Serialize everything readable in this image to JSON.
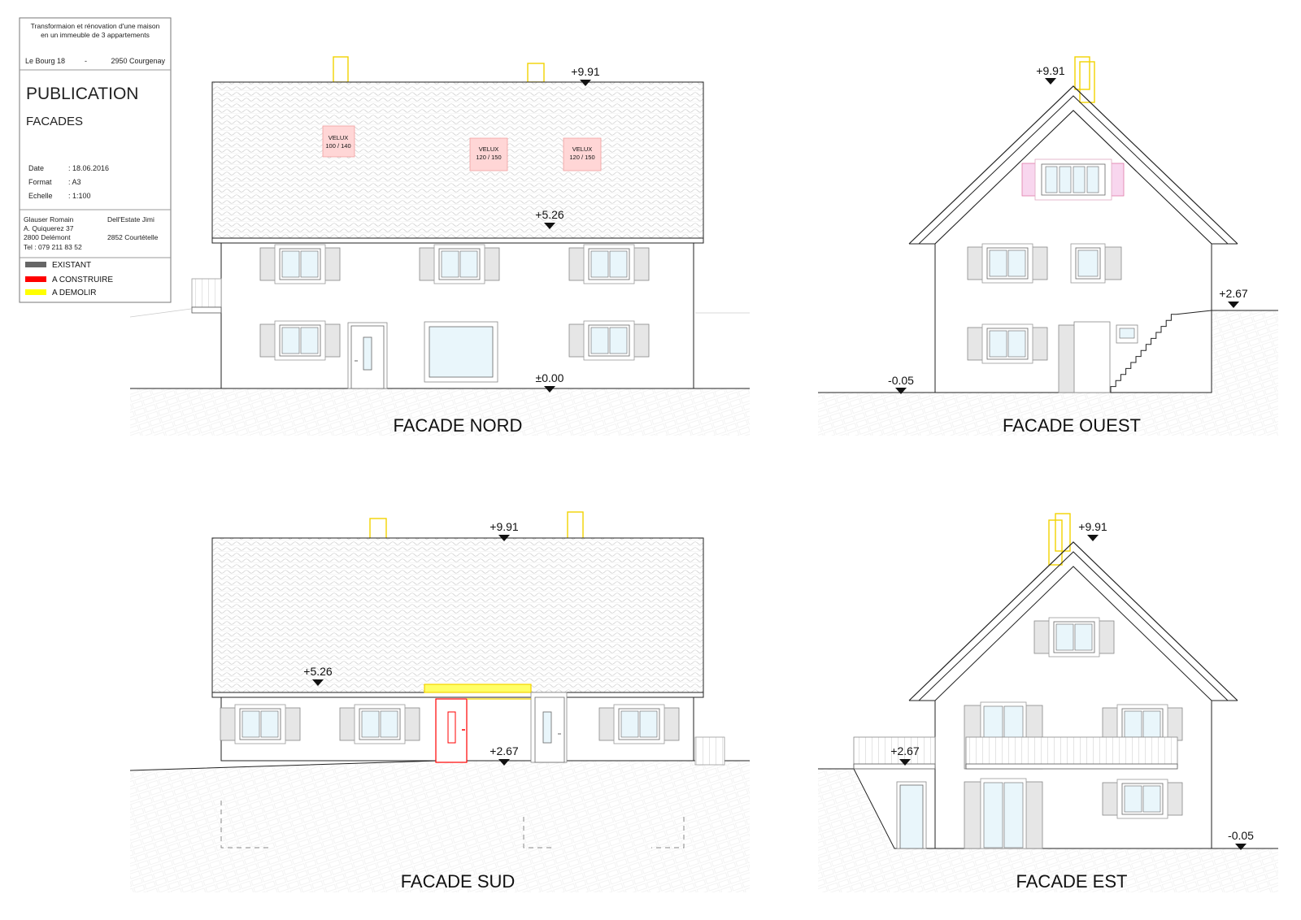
{
  "titleblock": {
    "project_line1": "Transformaion et rénovation d'une maison",
    "project_line2": "en un immeuble de 3 appartements",
    "address": "Le Bourg 18",
    "address_sep": "-",
    "city": "2950 Courgenay",
    "publication": "PUBLICATION",
    "sheet_title": "FACADES",
    "date_label": "Date",
    "date_value": ": 18.06.2016",
    "format_label": "Format",
    "format_value": ": A3",
    "scale_label": "Echelle",
    "scale_value": ": 1:100",
    "author_name": "Glauser Romain",
    "author_street": "A. Quiquerez 37",
    "author_city": "2800 Delémont",
    "author_tel": "Tel : 079 211 83 52",
    "client_name": "Dell'Estate Jimi",
    "client_city": "2852 Courtételle"
  },
  "legend": [
    {
      "label": "EXISTANT",
      "color": "#666666",
      "text_color": "#777777"
    },
    {
      "label": "A CONSTRUIRE",
      "color": "#ff0000",
      "text_color": "#e01010"
    },
    {
      "label": "A DEMOLIR",
      "color": "#ffff00",
      "text_color": "#222222"
    }
  ],
  "facades": {
    "nord": {
      "title": "FACADE NORD",
      "level_top": "+9.91",
      "level_mid": "+5.26",
      "level_ground": "±0.00",
      "velux": [
        {
          "l1": "VELUX",
          "l2": "100 / 140"
        },
        {
          "l1": "VELUX",
          "l2": "120 / 150"
        },
        {
          "l1": "VELUX",
          "l2": "120 / 150"
        }
      ]
    },
    "ouest": {
      "title": "FACADE OUEST",
      "level_top": "+9.91",
      "level_right": "+2.67",
      "level_left": "-0.05"
    },
    "sud": {
      "title": "FACADE SUD",
      "level_top": "+9.91",
      "level_mid": "+5.26",
      "level_entry": "+2.67"
    },
    "est": {
      "title": "FACADE EST",
      "level_top": "+9.91",
      "level_left": "+2.67",
      "level_right": "-0.05"
    }
  },
  "colors": {
    "existing": "#666666",
    "new": "#ff0000",
    "demolish": "#f2d200",
    "velux_fill": "#ffd6d6",
    "shutter": "#e6e6e6",
    "shutter_pink": "#f8d6ee",
    "glass": "#e9f6fb"
  }
}
